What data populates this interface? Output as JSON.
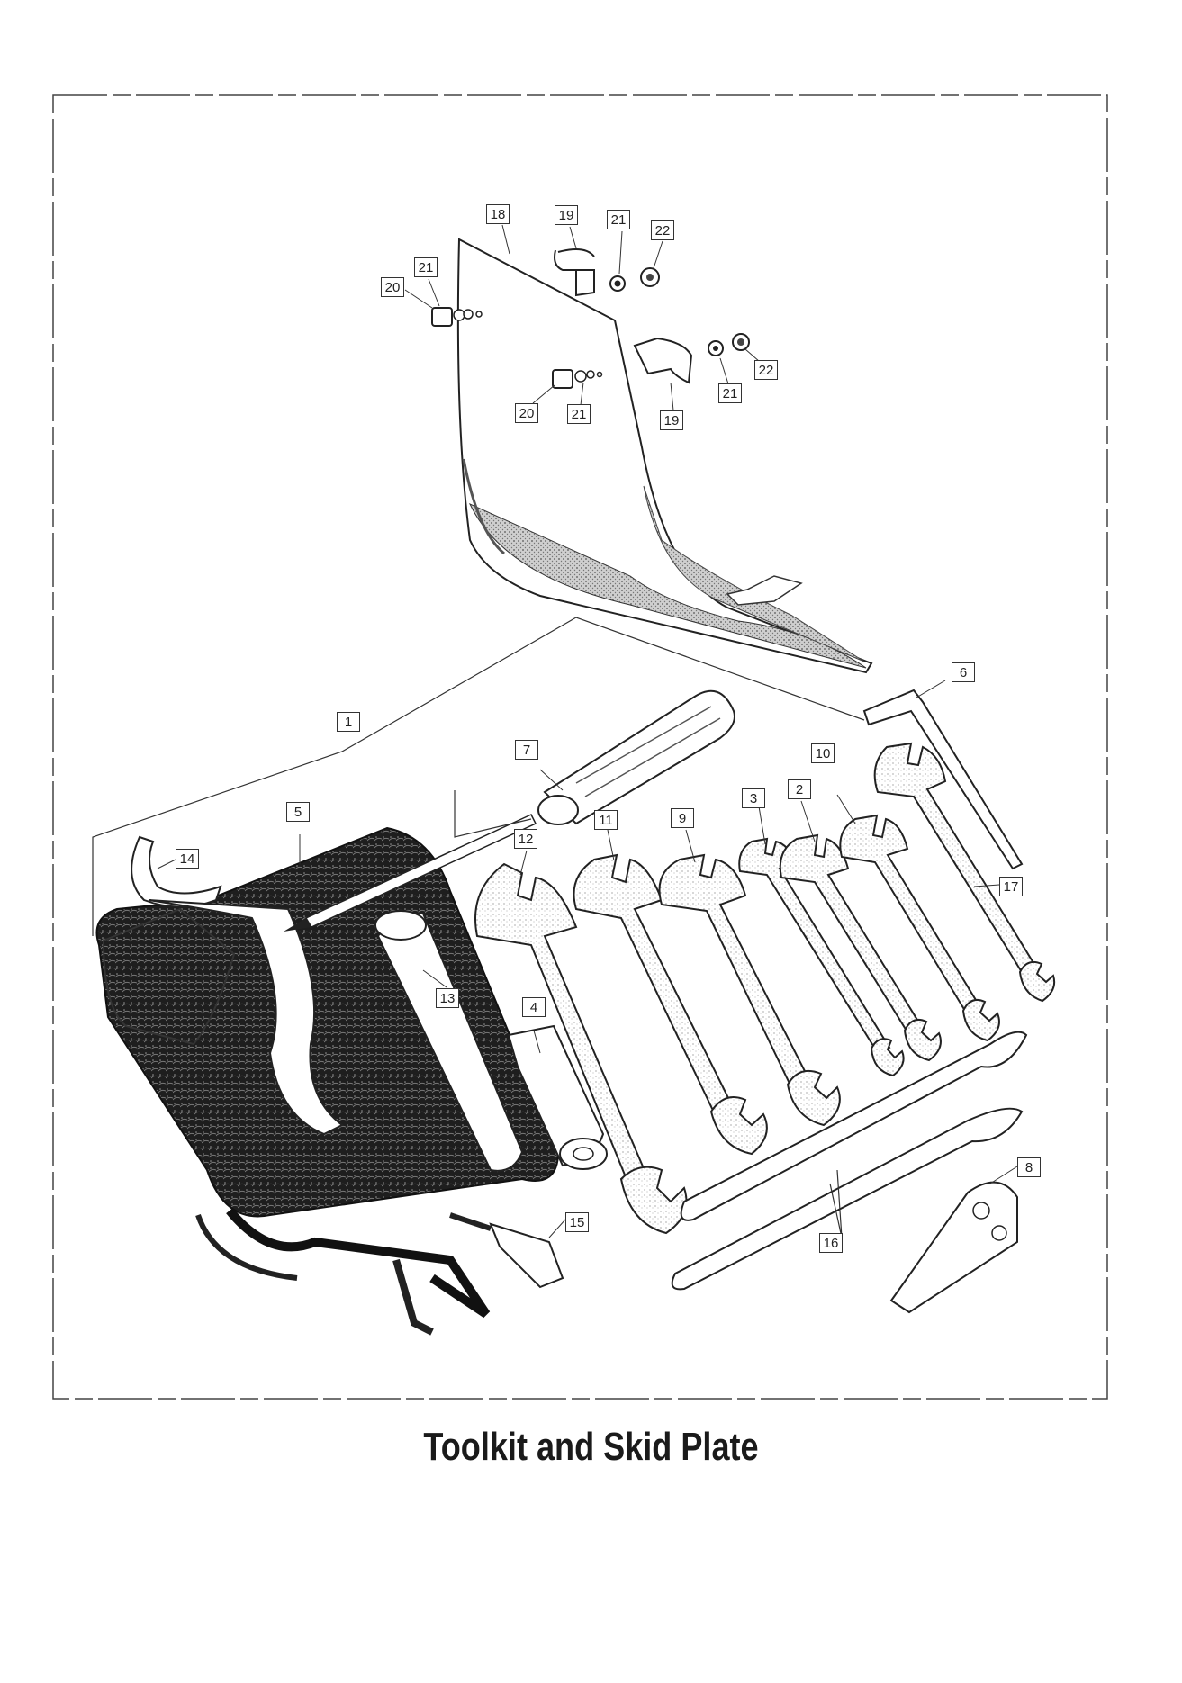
{
  "caption": "Toolkit and Skid Plate",
  "callouts": {
    "c18": "18",
    "c19a": "19",
    "c21a": "21",
    "c22a": "22",
    "c21b": "21",
    "c20a": "20",
    "c20b": "20",
    "c21c": "21",
    "c19b": "19",
    "c21d": "21",
    "c22b": "22",
    "c6": "6",
    "c1": "1",
    "c7": "7",
    "c10": "10",
    "c2": "2",
    "c3": "3",
    "c5": "5",
    "c9": "9",
    "c11": "11",
    "c12": "12",
    "c14": "14",
    "c17": "17",
    "c13": "13",
    "c4": "4",
    "c8": "8",
    "c15": "15",
    "c16": "16"
  }
}
